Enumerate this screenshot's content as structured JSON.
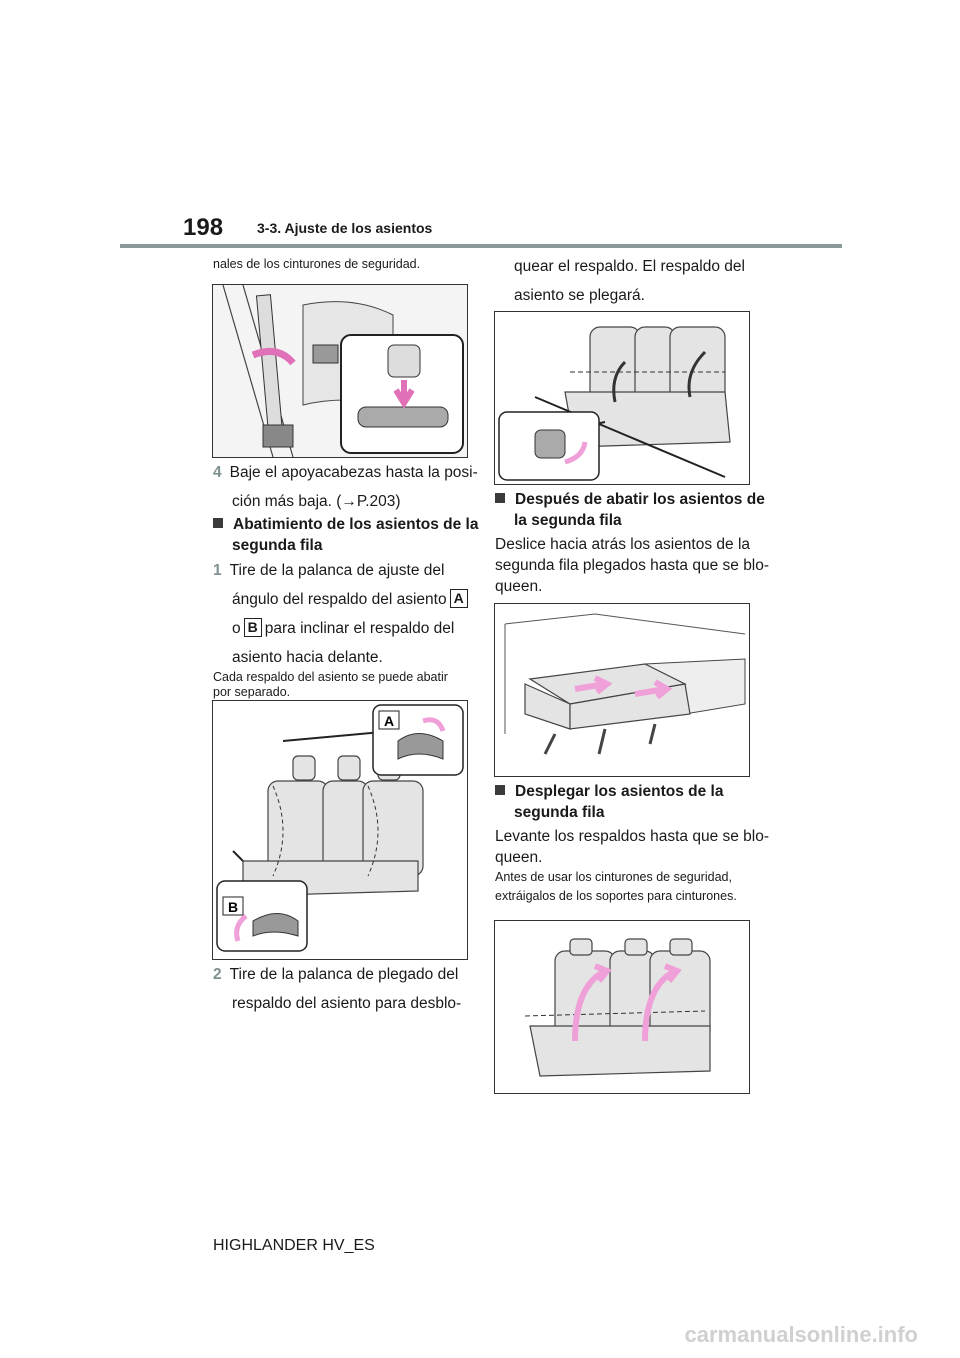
{
  "header": {
    "page_number": "198",
    "section": "3-3. Ajuste de los asientos"
  },
  "left": {
    "intro_cont": "nales de los cinturones de seguridad.",
    "step4_num": "4",
    "step4_line1": "Baje el apoyacabezas hasta la posi-",
    "step4_line2": "ción más baja. (→P.203)",
    "heading1_line1": "Abatimiento de los asientos de la",
    "heading1_line2": "segunda fila",
    "step1_num": "1",
    "step1_line1": "Tire de la palanca de ajuste del",
    "step1_line2": "ángulo del respaldo del asiento",
    "label_a": "A",
    "step1_line3_pre": "o",
    "label_b": "B",
    "step1_line3_post": "para inclinar el respaldo del",
    "step1_line4": "asiento hacia delante.",
    "note1_line1": "Cada respaldo del asiento se puede abatir",
    "note1_line2": "por separado.",
    "step2_num": "2",
    "step2_line1": "Tire de la palanca de plegado del",
    "step2_line2": "respaldo del asiento para desblo-"
  },
  "right": {
    "step2_line3": "quear el respaldo. El respaldo del",
    "step2_line4": "asiento se plegará.",
    "heading2_line1": "Después de abatir los asientos de",
    "heading2_line2": "la segunda fila",
    "para2_line1": "Deslice hacia atrás los asientos de la",
    "para2_line2": "segunda fila plegados hasta que se blo-",
    "para2_line3": "queen.",
    "heading3_line1": "Desplegar los asientos de la",
    "heading3_line2": "segunda fila",
    "para3_line1": "Levante los respaldos hasta que se blo-",
    "para3_line2": "queen.",
    "note3_line1": "Antes de usar los cinturones de seguridad,",
    "note3_line2": "extráigalos de los soportes para cinturones."
  },
  "figures": {
    "fig2_label_a": "A",
    "fig2_label_b": "B"
  },
  "footer": {
    "model": "HIGHLANDER HV_ES",
    "watermark": "carmanualsonline.info"
  },
  "colors": {
    "accent_rule": "#8a9a9a",
    "step_number": "#7f9090",
    "arrow_pink": "#f0a0d8"
  }
}
